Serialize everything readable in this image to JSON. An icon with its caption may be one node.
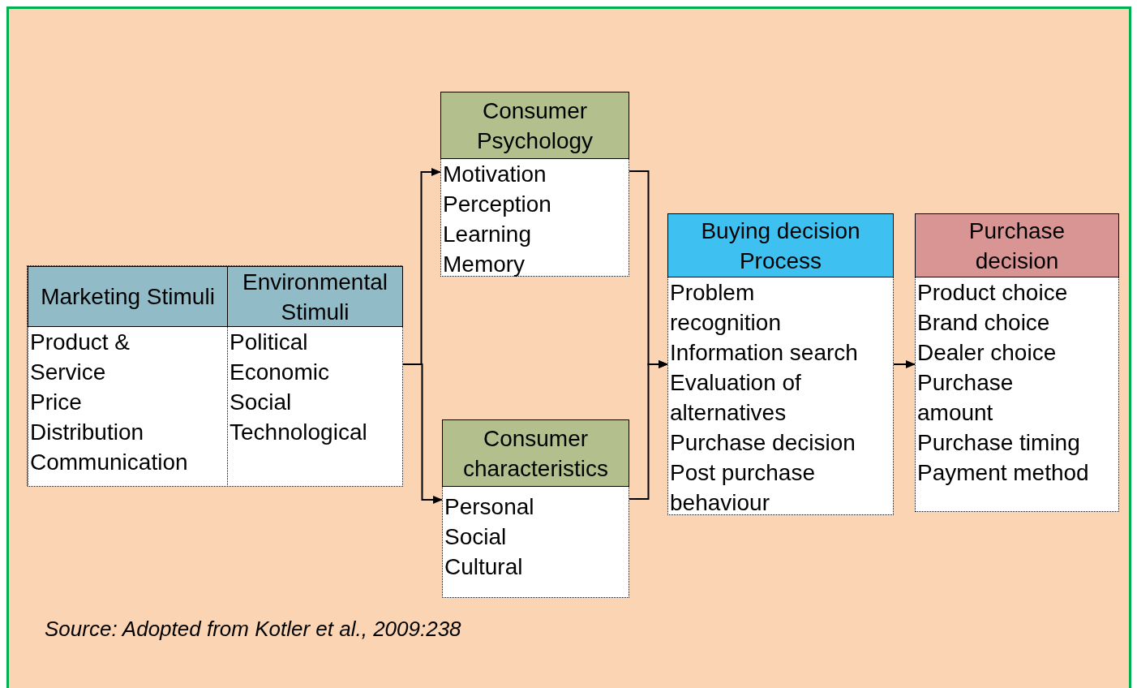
{
  "diagram": {
    "caption": "Source: Adopted from Kotler et al., 2009:238",
    "nodes": [
      {
        "text": [],
        "shape": "box"
      },
      {
        "text": [
          "Marketing Stimuli",
          "Product & Service",
          "Price",
          "Distribution",
          "Communication"
        ],
        "in": 0
      },
      {
        "text": [
          "Environmental Stimuli",
          "Political",
          "Economic",
          "Social",
          "Technological"
        ],
        "in": 0
      },
      {
        "text": [
          "Consumer Psychology",
          "Motivation",
          "Perception",
          "Learning",
          "Memory"
        ]
      },
      {
        "text": [
          "Consumer characteristics",
          "Personal",
          "Social",
          "Cultural"
        ]
      },
      {
        "text": [
          "Buying decision Process",
          "Problem recognition",
          "Information search",
          "Evaluation of alternatives",
          "Purchase decision",
          "Post purchase behaviour"
        ]
      },
      {
        "text": [
          "Purchase decision",
          "Product choice",
          "Brand choice",
          "Dealer choice",
          "Purchase amount",
          "Purchase timing",
          "Payment method"
        ]
      }
    ],
    "edges": [
      {
        "from": 0,
        "to": 3,
        "arrow": "to"
      },
      {
        "from": 0,
        "to": 4,
        "arrow": "to"
      },
      {
        "from": 3,
        "to": 5,
        "arrow": "to"
      },
      {
        "from": 4,
        "to": 5,
        "arrow": "to"
      },
      {
        "from": 5,
        "to": 6,
        "arrow": "to"
      }
    ]
  }
}
